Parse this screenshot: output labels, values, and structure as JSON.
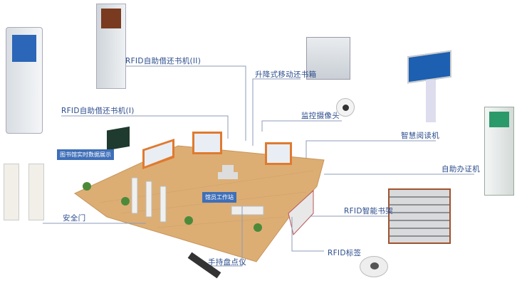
{
  "labels": {
    "kiosk2": "RFID自助借还书机(II)",
    "return_box": "升降式移动还书箱",
    "kiosk1": "RFID自助借还书机(I)",
    "camera": "监控摄像头",
    "reader": "智慧阅读机",
    "data_display": "图书馆实时数据展示",
    "card_machine": "自助办证机",
    "workstation": "馆员工作站",
    "security_gate": "安全门",
    "smart_shelf": "RFID智能书架",
    "rfid_tag": "RFID标签",
    "handheld": "手持盘点仪"
  },
  "colors": {
    "label": "#2b4c8c",
    "line": "#8c9bb8",
    "floor": "#d9a86a",
    "shelf": "#d9742e"
  }
}
